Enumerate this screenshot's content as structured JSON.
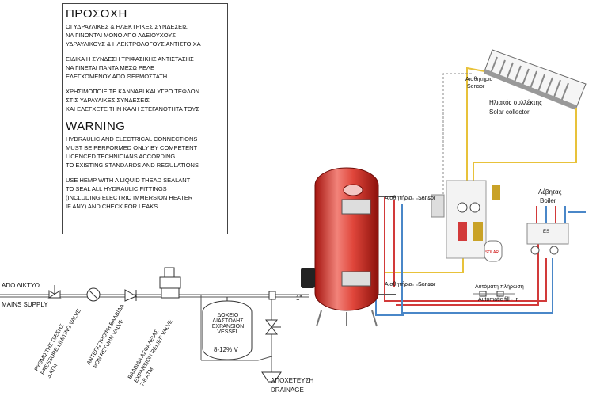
{
  "warning_box": {
    "greek_heading": "ΠΡΟΣΟΧΗ",
    "greek_p1": "ΟΙ ΥΔΡΑΥΛΙΚΕΣ & ΗΛΕΚΤΡΙΚΕΣ ΣΥΝΔΕΣΕΙΣ\nΝΑ ΓΙΝΟΝΤΑΙ ΜΟΝΟ ΑΠΟ ΑΔΕΙΟΥΧΟΥΣ\nΥΔΡΑΥΛΙΚΟΥΣ & ΗΛΕΚΤΡΟΛΟΓΟΥΣ ΑΝΤΙΣΤΟΙΧΑ",
    "greek_p2": "ΕΙΔΙΚΑ Η ΣΥΝΔΕΣΗ ΤΡΙΦΑΣΙΚΗΣ ΑΝΤΙΣΤΑΣΗΣ\nΝΑ ΓΙΝΕΤΑΙ ΠΑΝΤΑ ΜΕΣΩ ΡΕΛΕ\nΕΛΕΓΧΟΜΕΝΟΥ ΑΠΟ ΘΕΡΜΟΣΤΑΤΗ",
    "greek_p3": "ΧΡΗΣΙΜΟΠΟΙΕΙΤΕ ΚΑΝΝΑΒΙ ΚΑΙ ΥΓΡΟ ΤΕΦΛΟΝ\nΣΤΙΣ ΥΔΡΑΥΛΙΚΕΣ ΣΥΝΔΕΣΕΙΣ\nΚΑΙ ΕΛΕΓΧΕΤΕ ΤΗΝ ΚΑΛΗ ΣΤΕΓΑΝΟΤΗΤΑ ΤΟΥΣ",
    "english_heading": "WARNING",
    "english_p1": "HYDRAULIC AND ELECTRICAL CONNECTIONS\nMUST BE PERFORMED ONLY BY COMPETENT\nLICENCED TECHNICIANS ACCORDING\nTO EXISTING STANDARDS AND REGULATIONS",
    "english_p2": "USE HEMP WITH A LIQUID THEAD SEALANT\nTO SEAL ALL HYDRAULIC FITTINGS\n(INCLUDING ELECTRIC IMMERSION HEATER\nIF ANY) AND CHECK FOR LEAKS"
  },
  "labels": {
    "mains_gr": "ΑΠΟ ΔΙΚΤΥΟ",
    "mains_en": "MAINS SUPPLY",
    "pressure_valve": "ΡΥΘΜΙΣΤΗΣ ΠΙΕΣΗΣ\nPRESSURE LIMITING VALVE\n3 ATM",
    "non_return_valve": "ΑΝΤΕΠΙΣΤΡΟΦΗ ΒΑΛΒΙΔΑ\nNON RETURN VALVE",
    "relief_valve": "ΒΑΛΒΙΔΑ ΑΣΦΑΛΕΙΑΣ\nEXPANSION RELIEF VALVE\n7-8 ATM",
    "expansion_vessel": "ΔΟΧΕΙΟ\nΔΙΑΣΤΟΛΗΣ\nEXPANSION\nVESSEL",
    "vessel_range": "8-12% V",
    "drainage_gr": "ΑΠΟΧΕΤΕΥΣΗ",
    "drainage_en": "DRAINAGE",
    "pipe_size": "1\"",
    "sensor_top_gr": "Αισθητήριο",
    "sensor_top_en": "Sensor",
    "sensor_bottom_gr": "Αισθητήριο",
    "sensor_bottom_en": "Sensor",
    "sensor_collector_gr": "Αισθητήριο",
    "sensor_collector_en": "Sensor",
    "collector_gr": "Ηλιακός συλλέκτης",
    "collector_en": "Solar collector",
    "boiler_gr": "Λέβητας",
    "boiler_en": "Boiler",
    "autofill_gr": "Αυτόματη πλήρωση",
    "autofill_en": "Automatic fill - in",
    "solar_badge": "SOLAR",
    "controller_badge": "ES"
  },
  "colors": {
    "cold_pipe": "#4a87c8",
    "hot_pipe": "#d23a3a",
    "solar_pipe": "#e8c23a",
    "tank_red": "#d9342b",
    "grey_line": "#555555"
  }
}
